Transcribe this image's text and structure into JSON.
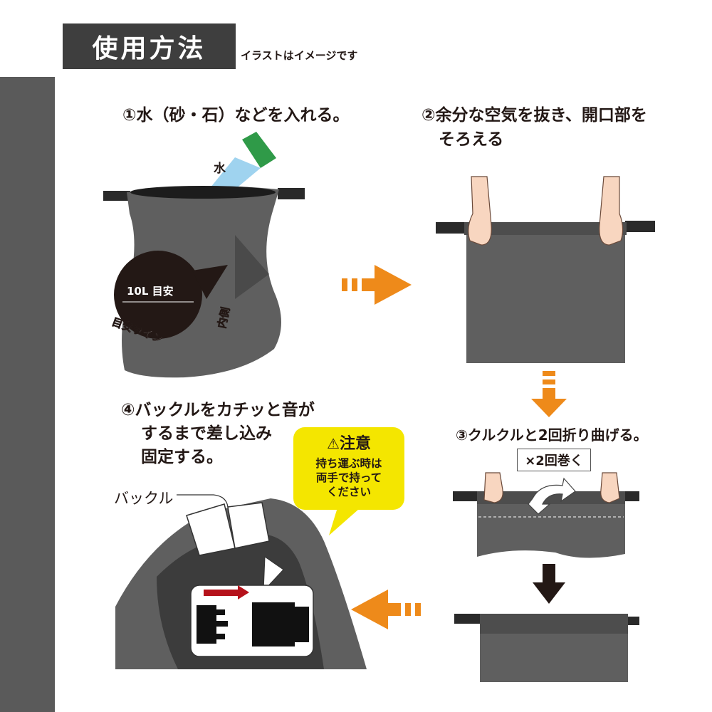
{
  "header": {
    "title": "使用方法",
    "note": "イラストはイメージです"
  },
  "steps": {
    "s1": "①水（砂・石）などを入れる。",
    "s2_line1": "②余分な空気を抜き、開口部を",
    "s2_line2": "そろえる",
    "s3": "③クルクルと2回折り曲げる。",
    "s4_line1": "④バックルをカチッと音が",
    "s4_line2": "するまで差し込み",
    "s4_line3": "固定する。"
  },
  "labels": {
    "water": "水",
    "badge": "10L 目安",
    "fill_line": "目安ライン",
    "fill_line_2": "内側",
    "roll_times": "×2回巻く",
    "buckle": "バックル"
  },
  "caution": {
    "title": "注意",
    "body": "持ち運ぶ時は\n両手で持って\nください"
  },
  "colors": {
    "arrow_orange": "#ee8a1a",
    "bag_gray": "#5f5f5f",
    "caution_yellow": "#f4e600",
    "insert_arrow_red": "#b5121b"
  }
}
